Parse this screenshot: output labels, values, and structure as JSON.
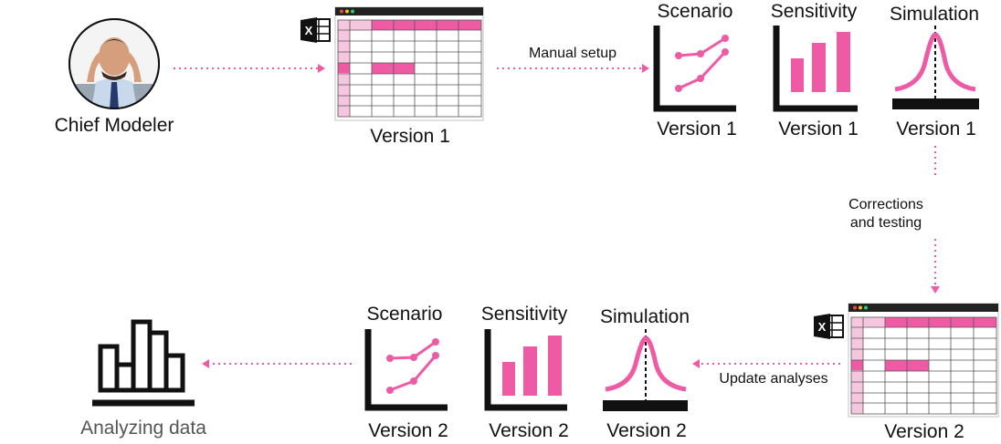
{
  "person": {
    "label": "Chief Modeler"
  },
  "spreadsheet_v1": {
    "label": "Version 1"
  },
  "spreadsheet_v2": {
    "label": "Version 2"
  },
  "arrows": {
    "manual_setup": "Manual setup",
    "corrections": [
      "Corrections",
      "and testing"
    ],
    "update": "Update analyses"
  },
  "row1": [
    {
      "title": "Scenario",
      "version": "Version 1"
    },
    {
      "title": "Sensitivity",
      "version": "Version 1"
    },
    {
      "title": "Simulation",
      "version": "Version 1"
    }
  ],
  "row2": [
    {
      "title": "Scenario",
      "version": "Version 2"
    },
    {
      "title": "Sensitivity",
      "version": "Version 2"
    },
    {
      "title": "Simulation",
      "version": "Version 2"
    }
  ],
  "result": {
    "label": "Analyzing data"
  },
  "colors": {
    "accent": "#ee5ba4",
    "accent_light": "#f6c6de",
    "ink": "#111111"
  }
}
